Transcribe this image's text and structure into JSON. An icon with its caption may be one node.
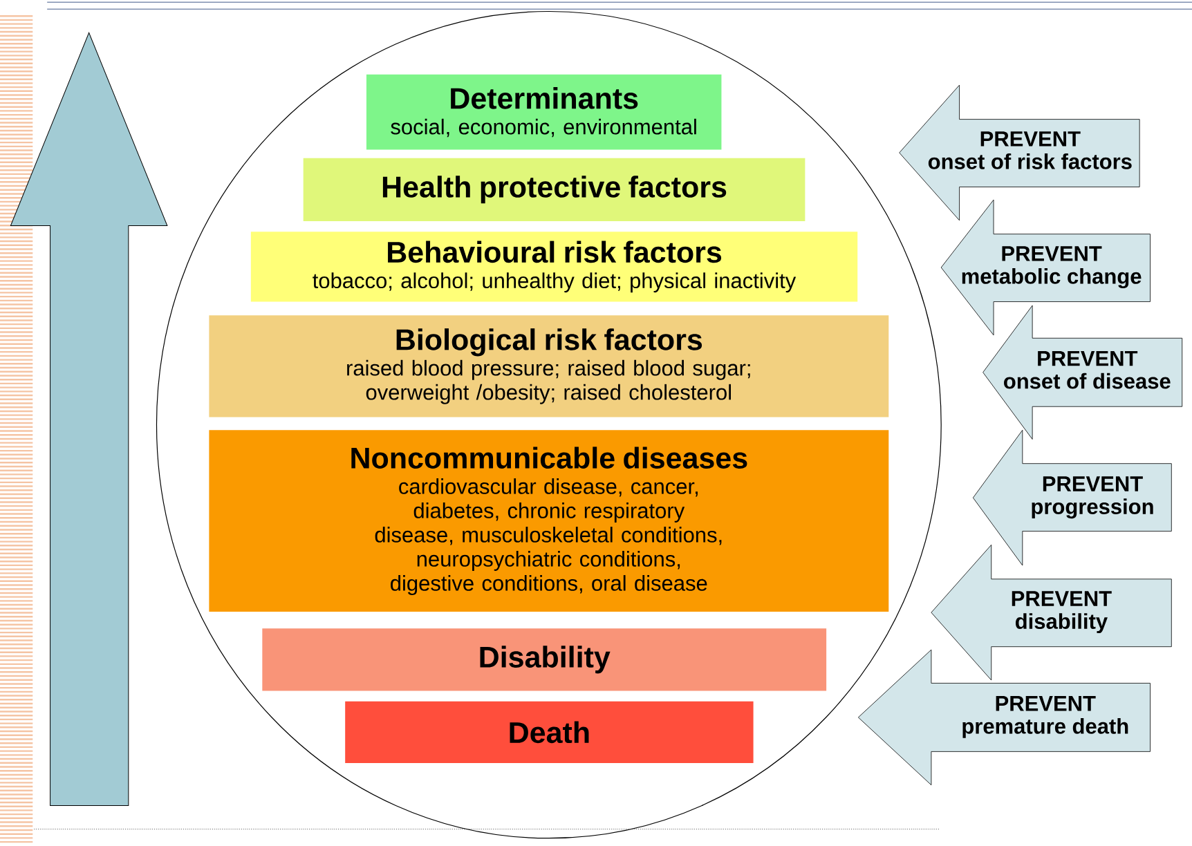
{
  "diagram": {
    "nodes": [
      {
        "text": [],
        "shape": "circle"
      },
      {
        "text": [
          "Determinants",
          "social, economic, environmental"
        ],
        "in": 0
      },
      {
        "text": [
          "Health protective factors"
        ],
        "in": 0
      },
      {
        "text": [
          "Behavioural risk factors",
          "tobacco; alcohol; unhealthy diet; physical inactivity"
        ],
        "in": 0
      },
      {
        "text": [
          "Biological risk factors",
          "raised blood pressure; raised blood sugar; overweight /obesity; raised cholesterol"
        ],
        "in": 0
      },
      {
        "text": [
          "Noncommunicable diseases",
          "cardiovascular disease, cancer, diabetes, chronic respiratory disease, musculoskeletal conditions, neuropsychiatric conditions, digestive conditions, oral disease"
        ],
        "in": 0
      },
      {
        "text": [
          "Disability"
        ],
        "in": 0
      },
      {
        "text": [
          "Death"
        ],
        "in": 0
      },
      {
        "text": [
          "PREVENT",
          "onset of risk factors"
        ]
      },
      {
        "text": [
          "PREVENT",
          "metabolic change"
        ]
      },
      {
        "text": [
          "PREVENT",
          "onset of disease"
        ]
      },
      {
        "text": [
          "PREVENT",
          "progression"
        ]
      },
      {
        "text": [
          "PREVENT",
          "disability"
        ]
      },
      {
        "text": [
          "PREVENT",
          "premature death"
        ]
      }
    ]
  }
}
